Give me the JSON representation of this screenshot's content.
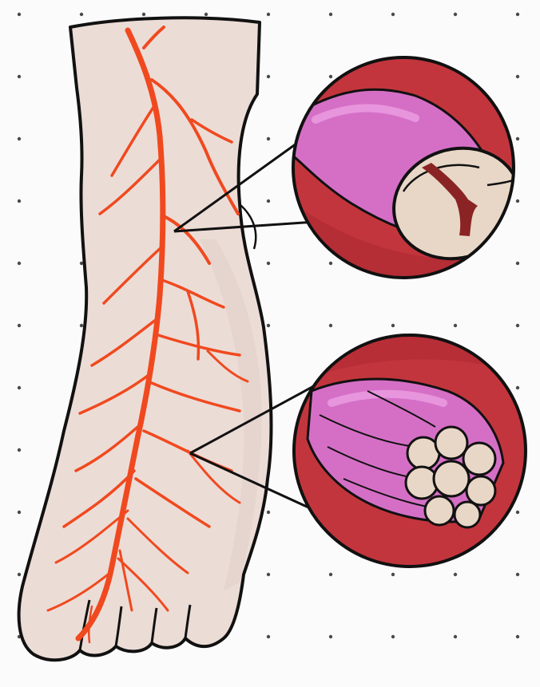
{
  "colors": {
    "paper": "#fbfbfb",
    "dot_grid": "#4a4a4a",
    "skin": "#ecdcd6",
    "skin_shadow": "#e3cfc8",
    "outline": "#111111",
    "nerve": "#f0491f",
    "nerve_dark": "#d8350f",
    "tissue_red": "#c3353d",
    "tissue_red_dark": "#a8252e",
    "sheath_pink": "#d56fc6",
    "sheath_pink_light": "#e795dc",
    "fascicle_beige": "#e8d7c7",
    "fascicle_shade": "#d8c2ad",
    "axon_brown": "#8a2424"
  },
  "parts": {
    "foot": "foot-with-nerve-branches",
    "callout_top": "magnified-single-nerve-fiber",
    "callout_bottom": "magnified-nerve-bundle"
  }
}
